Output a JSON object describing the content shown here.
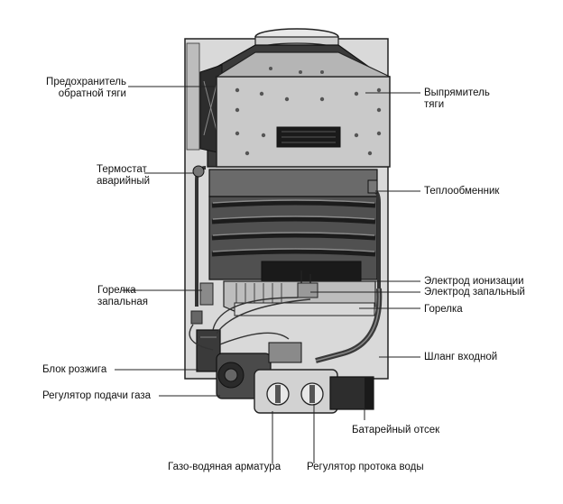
{
  "labels": {
    "predohranitel": [
      "Предохранитель",
      "обратной тяги"
    ],
    "termostat": [
      "Термостат",
      "аварийный"
    ],
    "gorelka_zapalnaya": [
      "Горелка",
      "запальная"
    ],
    "blok_rozzhiga": "Блок розжига",
    "regulyator_gaza": "Регулятор подачи газа",
    "armatura": "Газо-водяная арматура",
    "regulyator_vody": "Регулятор протока воды",
    "vypryamitel": [
      "Выпрямитель",
      "тяги"
    ],
    "teploobmennik": "Теплообменник",
    "elektrod_ionizacii": "Электрод ионизации",
    "elektrod_zapalny": "Электрод запальный",
    "gorelka": "Горелка",
    "shlang": "Шланг входной",
    "batareyny": "Батарейный отсек"
  }
}
